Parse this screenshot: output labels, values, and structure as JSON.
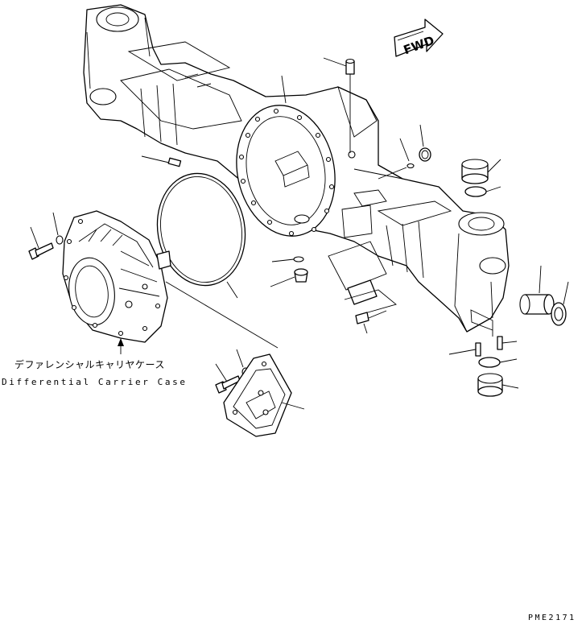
{
  "labels": {
    "part_name_japanese": "デファレンシャルキャリヤケース",
    "part_name_english": "Differential Carrier Case",
    "forward_marker": "FWD",
    "drawing_code": "PME2171"
  }
}
